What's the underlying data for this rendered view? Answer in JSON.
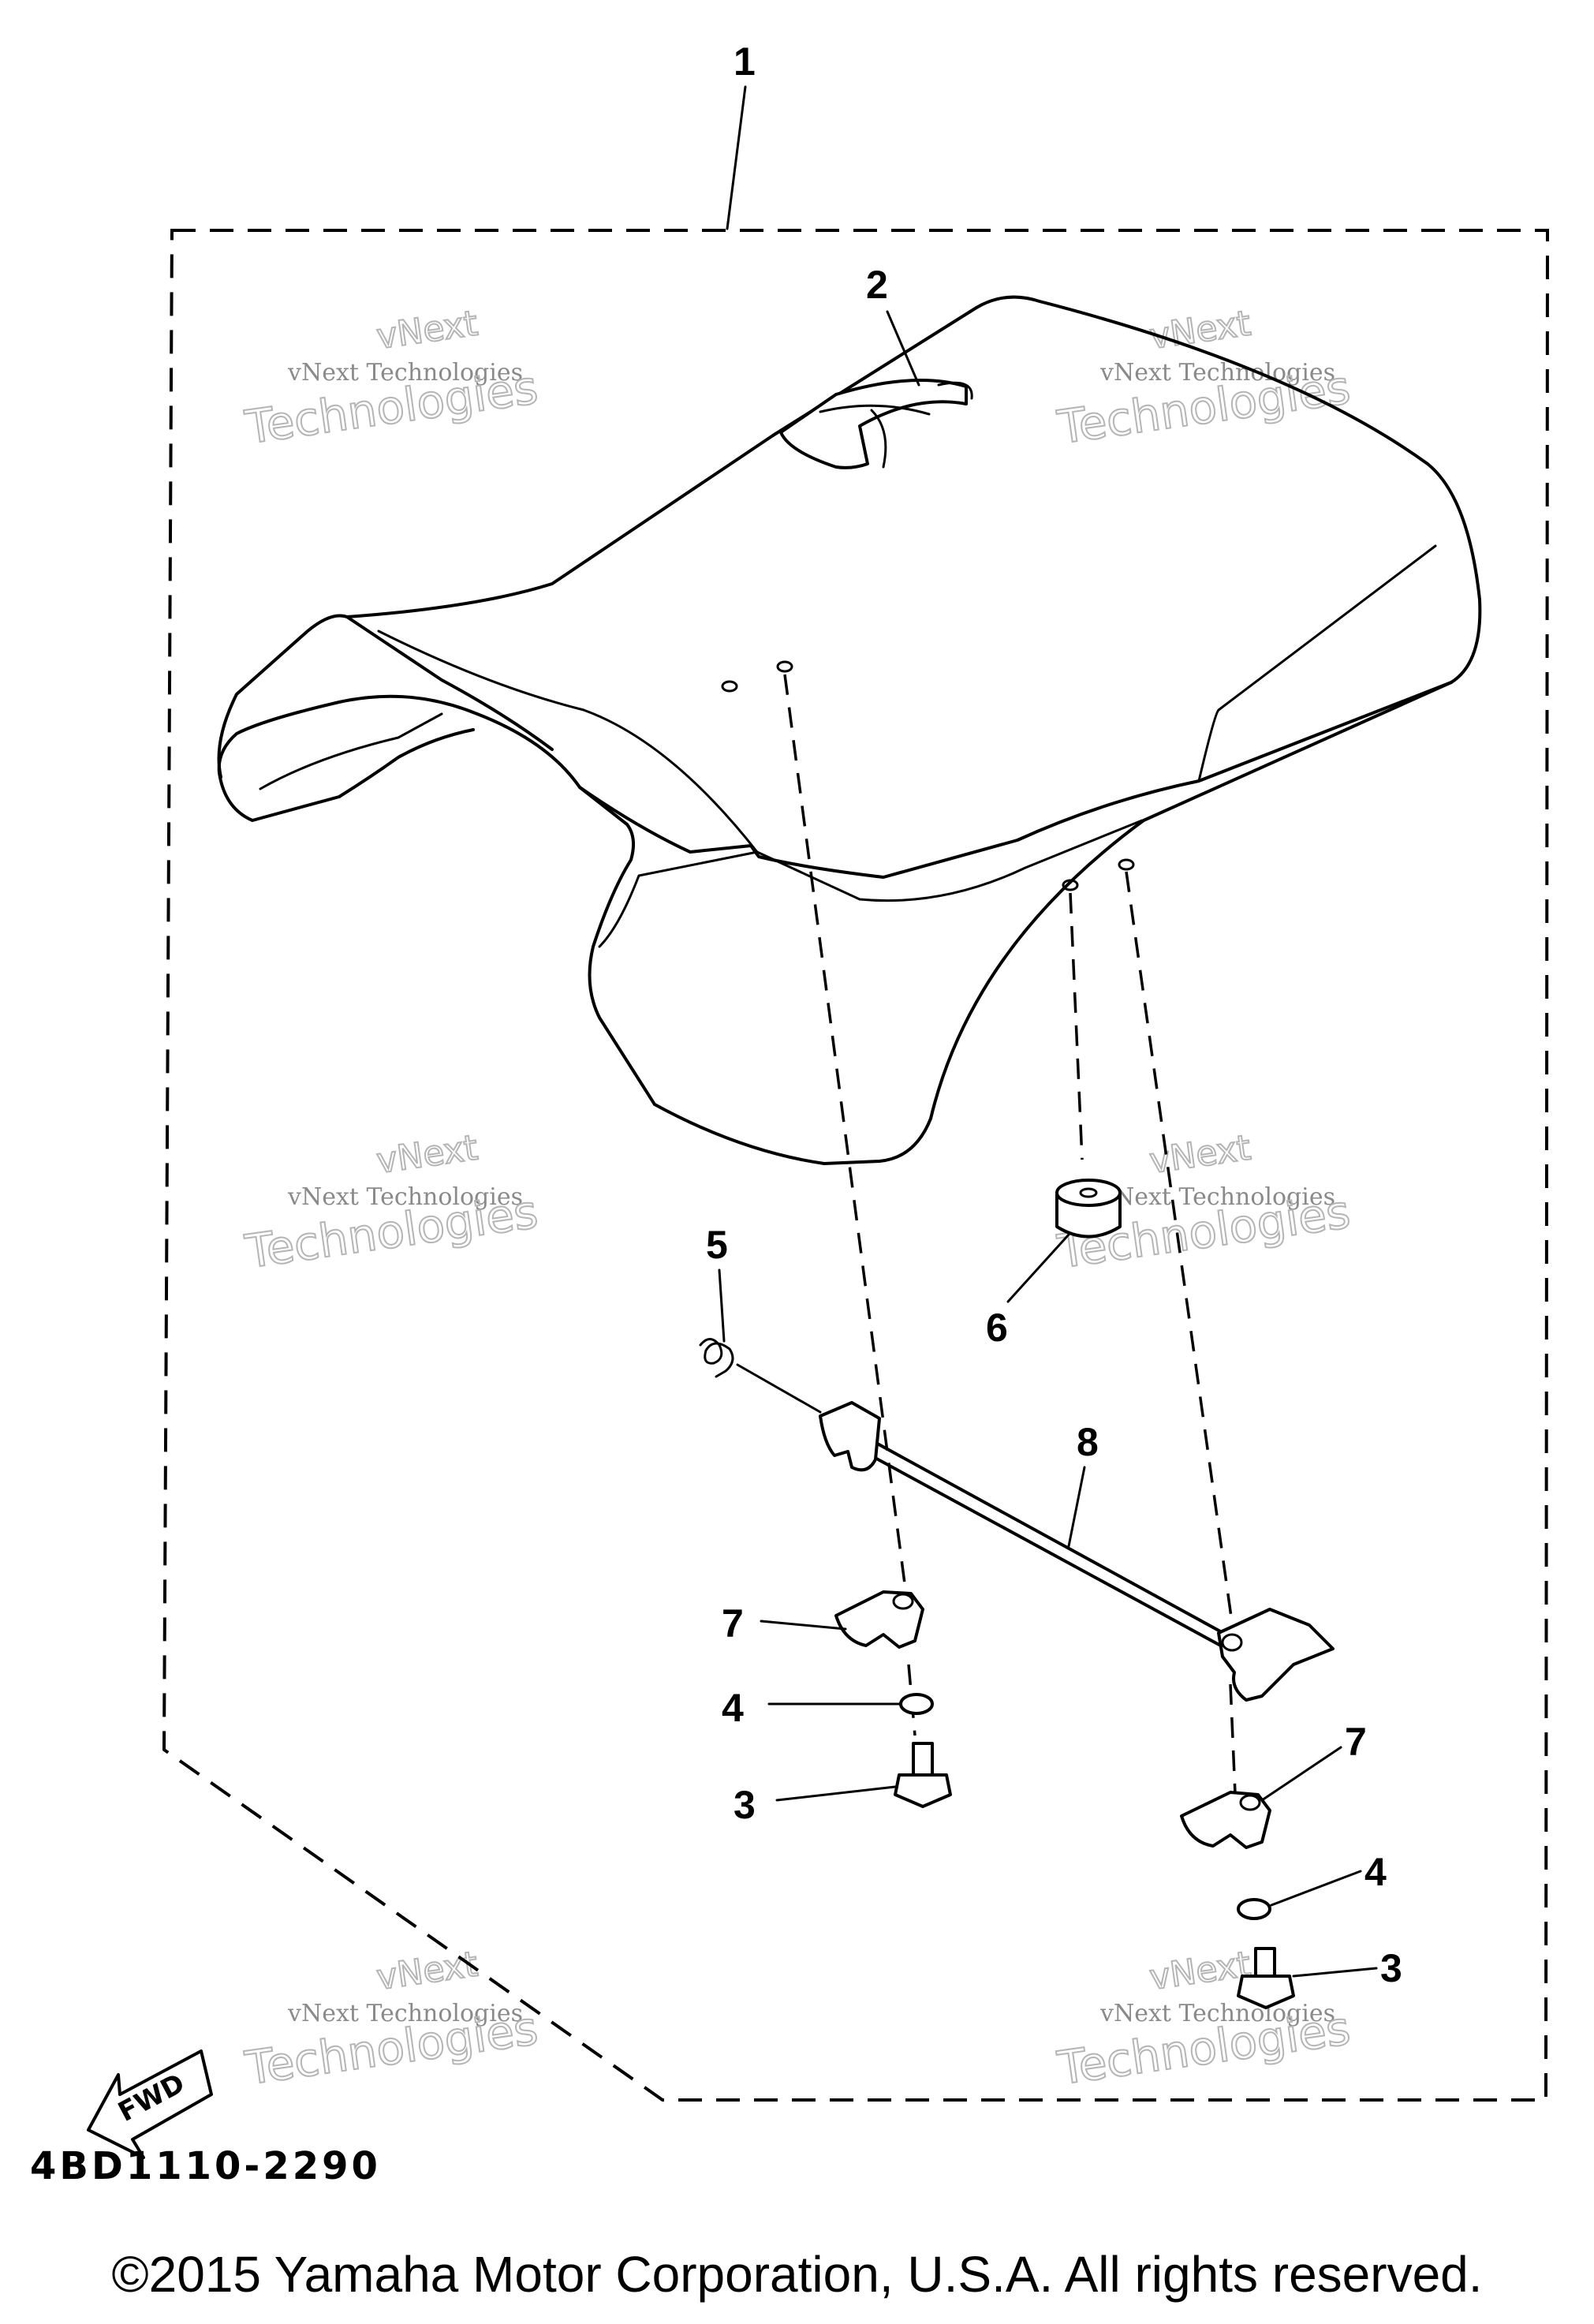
{
  "callouts": {
    "c1": "1",
    "c2": "2",
    "c3a": "3",
    "c3b": "3",
    "c4a": "4",
    "c4b": "4",
    "c5": "5",
    "c6": "6",
    "c7a": "7",
    "c7b": "7",
    "c8": "8"
  },
  "fwd_label": "FWD",
  "drawing_code": "4BD1110-2290",
  "watermark": {
    "line1": "vNext Technologies",
    "line2": "Technologies",
    "line3": "vNext"
  },
  "copyright": "©2015 Yamaha Motor Corporation, U.S.A. All rights reserved."
}
